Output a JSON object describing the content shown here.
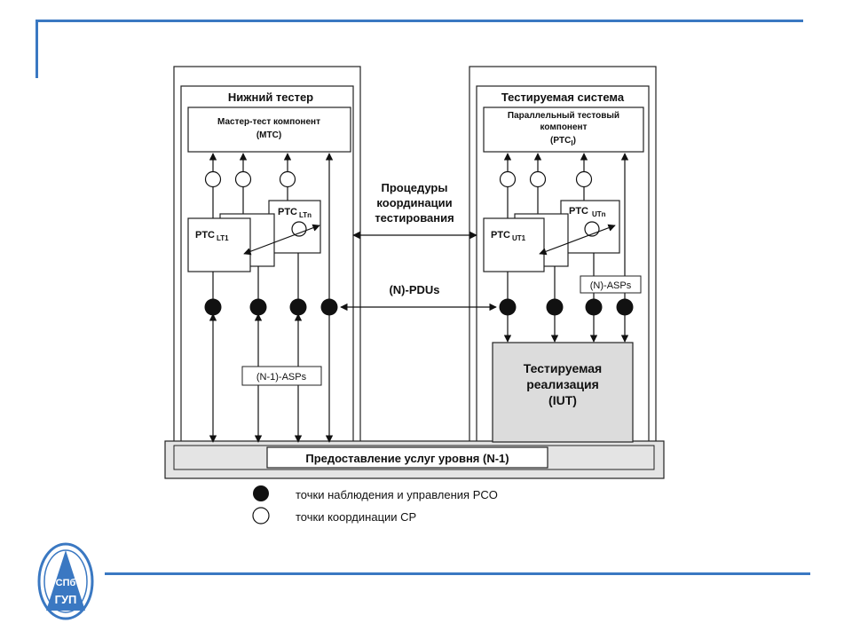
{
  "colors": {
    "accent_blue": "#3a78c2",
    "box_gray": "#e4e4e4",
    "iut_gray": "#dcdcdc",
    "line": "#222222"
  },
  "lower_tester": {
    "title": "Нижний тестер",
    "mtc_label_1": "Мастер-тест компонент",
    "mtc_label_2": "(MTC)",
    "ptc_lt1": "PTC",
    "ptc_lt1_sub": "LT1",
    "ptc_ltn": "PTC",
    "ptc_ltn_sub": "LTn",
    "n1_asps": "(N-1)-ASPs"
  },
  "sut": {
    "title": "Тестируемая система",
    "ptc_label_1": "Параллельный тестовый",
    "ptc_label_2": "компонент",
    "ptc_label_3": "(PTC",
    "ptc_label_3_sub": "I",
    "ptc_label_3_end": ")",
    "ptc_ut1": "PTC",
    "ptc_ut1_sub": "UT1",
    "ptc_utn": "PTC",
    "ptc_utn_sub": "UTn",
    "n_asps": "(N)-ASPs",
    "iut_1": "Тестируемая",
    "iut_2": "реализация",
    "iut_3": "(IUT)"
  },
  "middle": {
    "coord_1": "Процедуры",
    "coord_2": "координации",
    "coord_3": "тестирования",
    "pdus": "(N)-PDUs"
  },
  "service": {
    "label": "Предоставление услуг уровня (N-1)"
  },
  "legend": {
    "pco": "точки наблюдения и управления PCO",
    "cp": "точки координации CP"
  },
  "logo": {
    "icon": "university-emblem-icon",
    "text_1": "СПб",
    "text_2": "ГУП"
  }
}
